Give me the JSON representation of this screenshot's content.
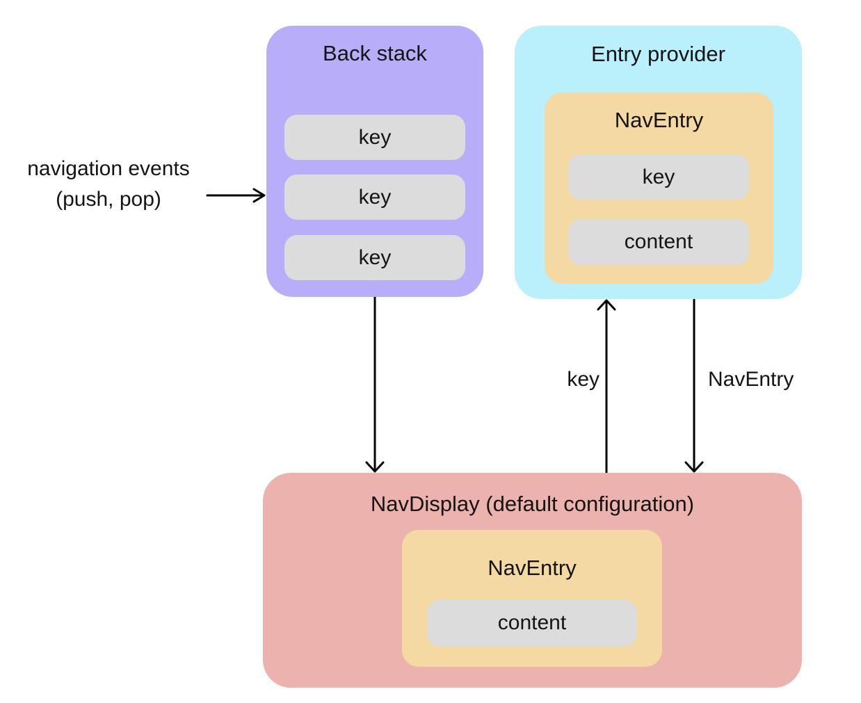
{
  "back_stack": {
    "title": "Back stack",
    "keys": [
      "key",
      "key",
      "key"
    ]
  },
  "entry_provider": {
    "title": "Entry provider",
    "nav_entry": {
      "title": "NavEntry",
      "key_label": "key",
      "content_label": "content"
    }
  },
  "nav_display": {
    "title": "NavDisplay (default configuration)",
    "nav_entry": {
      "title": "NavEntry",
      "content_label": "content"
    }
  },
  "labels": {
    "navigation_events_line1": "navigation events",
    "navigation_events_line2": "(push, pop)",
    "key_arrow": "key",
    "nav_entry_arrow": "NavEntry"
  },
  "colors": {
    "back_stack_bg": "#b8adf9",
    "entry_provider_bg": "#b9f0fc",
    "nav_entry_bg": "#f4d9a3",
    "nav_display_bg": "#ecb2ae",
    "pill_bg": "#dcdcdc",
    "arrow": "#000000",
    "text": "#141414"
  }
}
